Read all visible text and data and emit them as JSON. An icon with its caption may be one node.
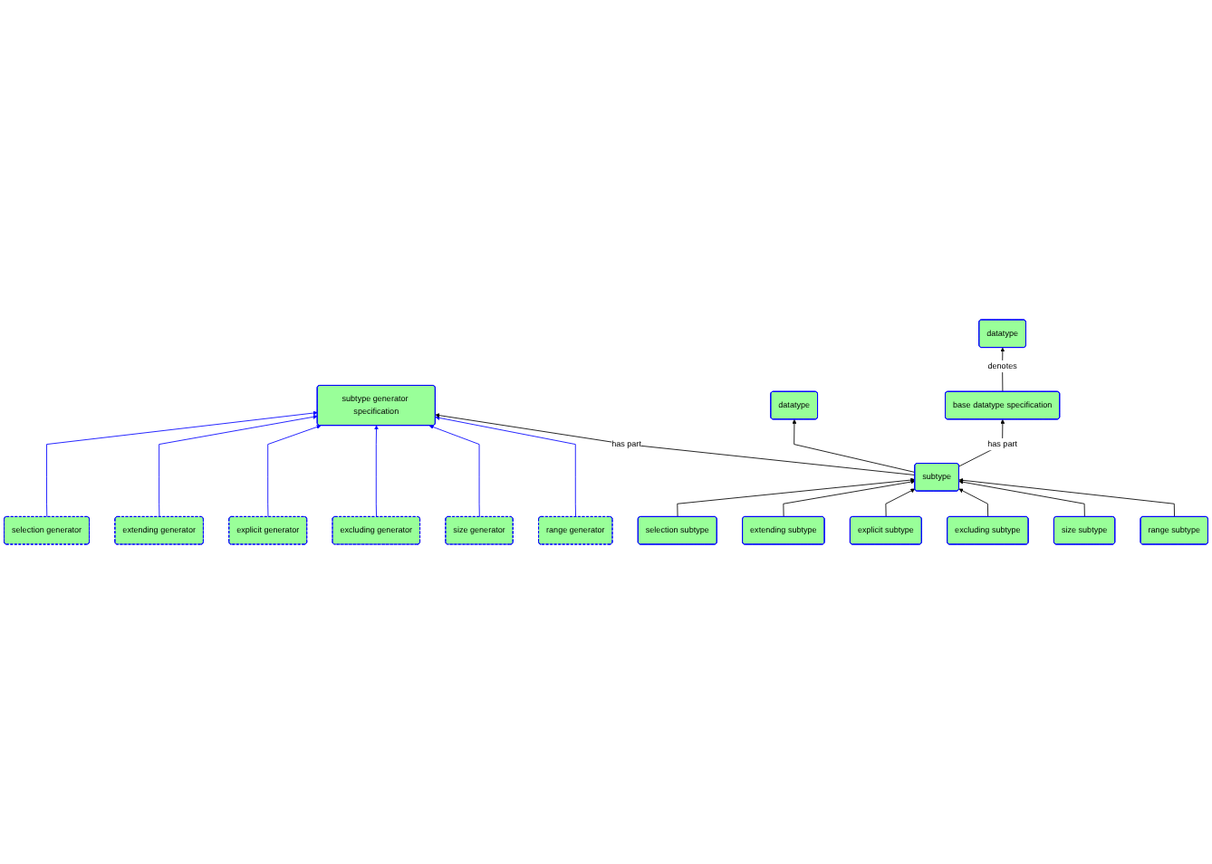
{
  "diagram": {
    "nodes": [
      {
        "text": [
          "selection generator"
        ]
      },
      {
        "text": [
          "extending generator"
        ]
      },
      {
        "text": [
          "explicit generator"
        ]
      },
      {
        "text": [
          "excluding generator"
        ]
      },
      {
        "text": [
          "size generator"
        ]
      },
      {
        "text": [
          "range generator"
        ]
      },
      {
        "text": [
          "subtype generator specification"
        ]
      },
      {
        "text": [
          "datatype"
        ]
      },
      {
        "text": [
          "base datatype specification"
        ]
      },
      {
        "text": [
          "datatype"
        ]
      },
      {
        "text": [
          "subtype"
        ]
      },
      {
        "text": [
          "selection subtype"
        ]
      },
      {
        "text": [
          "extending subtype"
        ]
      },
      {
        "text": [
          "explicit subtype"
        ]
      },
      {
        "text": [
          "excluding subtype"
        ]
      },
      {
        "text": [
          "size subtype"
        ]
      },
      {
        "text": [
          "range subtype"
        ]
      }
    ],
    "edges": [
      {
        "from": 0,
        "to": 6,
        "arrow": "to",
        "color": "#0000ff"
      },
      {
        "from": 1,
        "to": 6,
        "arrow": "to",
        "color": "#0000ff"
      },
      {
        "from": 2,
        "to": 6,
        "arrow": "to",
        "color": "#0000ff"
      },
      {
        "from": 3,
        "to": 6,
        "arrow": "to",
        "color": "#0000ff"
      },
      {
        "from": 4,
        "to": 6,
        "arrow": "to",
        "color": "#0000ff"
      },
      {
        "from": 5,
        "to": 6,
        "arrow": "to",
        "color": "#0000ff"
      },
      {
        "from": 8,
        "to": 7,
        "arrow": "to",
        "label": "denotes"
      },
      {
        "from": 10,
        "to": 6,
        "arrow": "to",
        "label": "has part"
      },
      {
        "from": 10,
        "to": 9,
        "arrow": "to"
      },
      {
        "from": 10,
        "to": 8,
        "arrow": "to",
        "label": "has part"
      },
      {
        "from": 11,
        "to": 10,
        "arrow": "to"
      },
      {
        "from": 12,
        "to": 10,
        "arrow": "to"
      },
      {
        "from": 13,
        "to": 10,
        "arrow": "to"
      },
      {
        "from": 14,
        "to": 10,
        "arrow": "to"
      },
      {
        "from": 15,
        "to": 10,
        "arrow": "to"
      },
      {
        "from": 16,
        "to": 10,
        "arrow": "to"
      }
    ]
  }
}
